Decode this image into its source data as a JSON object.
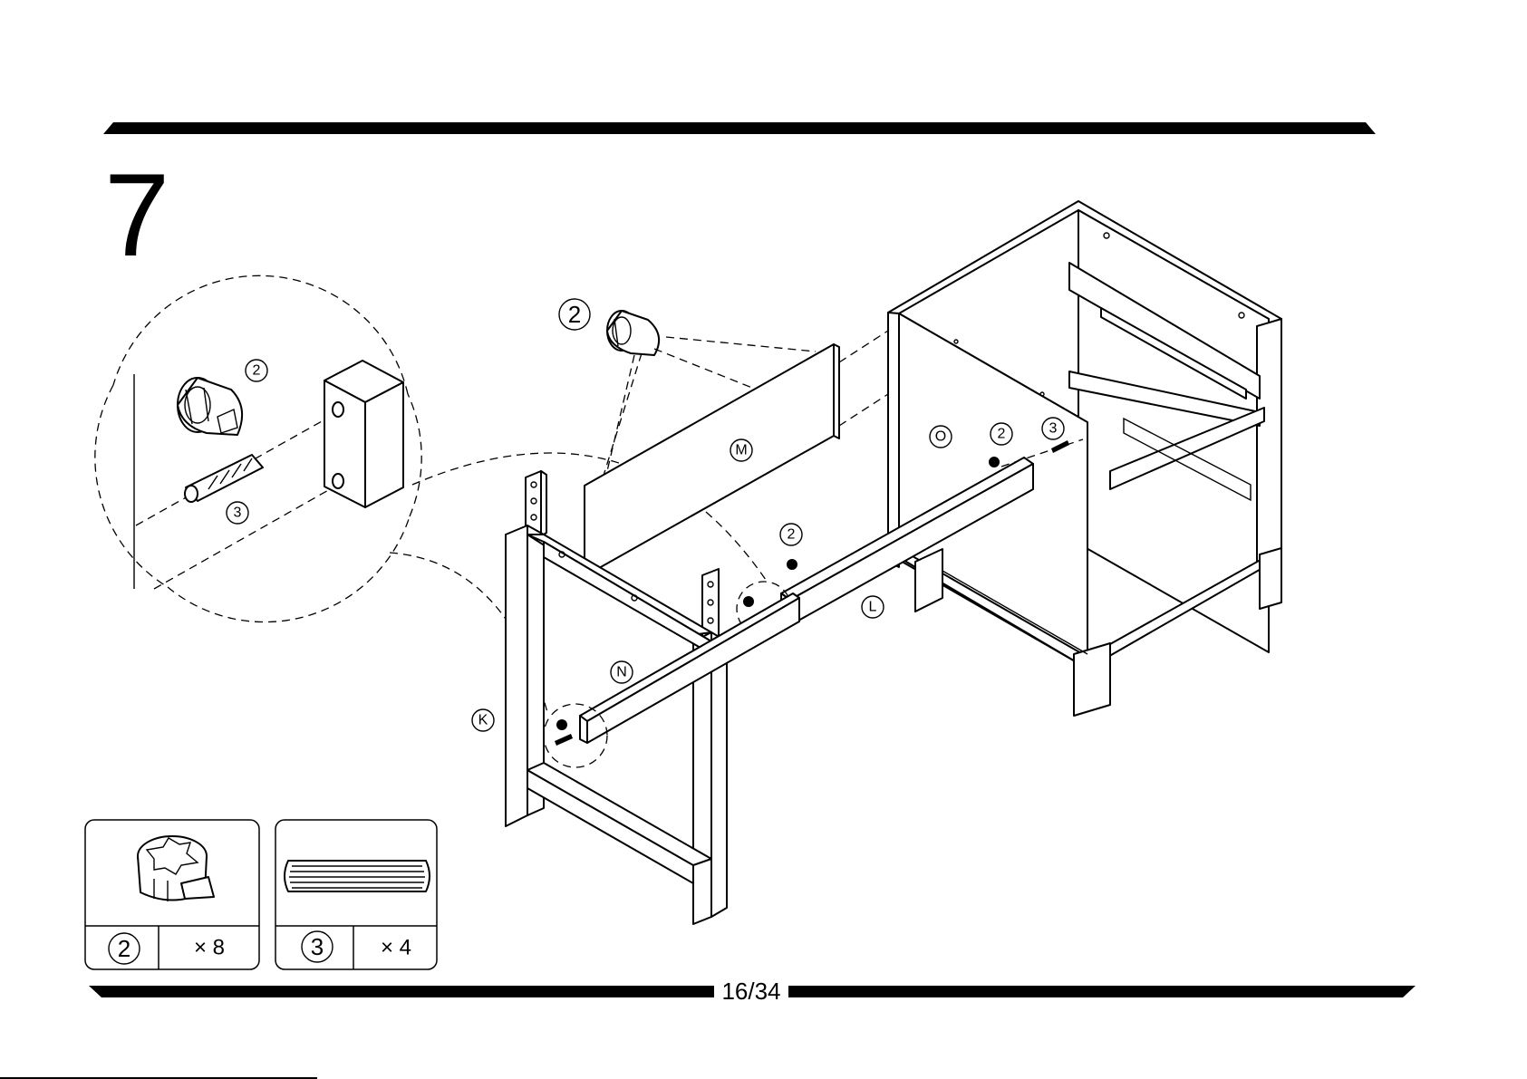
{
  "step": {
    "number": "7"
  },
  "page": {
    "number": "16/34"
  },
  "parts": {
    "K": "K",
    "L": "L",
    "M": "M",
    "N": "N",
    "O": "O"
  },
  "hardware": {
    "cam": "2",
    "dowel": "3"
  },
  "inventory": [
    {
      "id": "2",
      "qty": "× 8",
      "icon": "cam-lock-icon"
    },
    {
      "id": "3",
      "qty": "× 4",
      "icon": "wooden-dowel-icon"
    }
  ]
}
